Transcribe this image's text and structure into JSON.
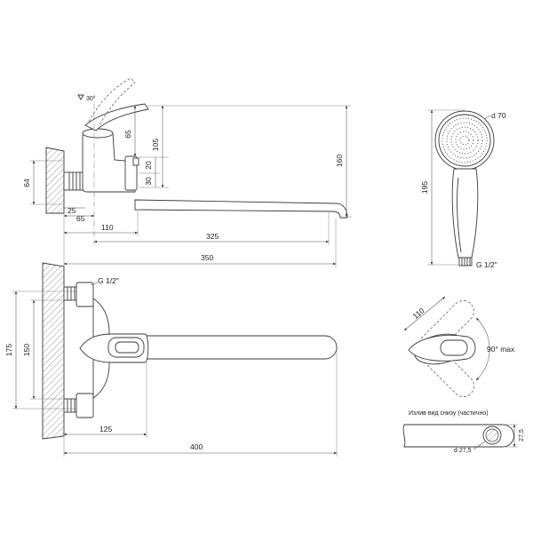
{
  "side_view": {
    "lever_angle": "30°",
    "h_65": "65",
    "h_105": "105",
    "h_160": "160",
    "h_20": "20",
    "h_30": "30",
    "wall_64": "64",
    "w_25": "25",
    "w_65": "65",
    "w_110": "110",
    "w_325": "325",
    "w_350": "350"
  },
  "hand_shower": {
    "head_diameter": "d 70",
    "length": "195",
    "thread": "G 1/2\""
  },
  "top_view": {
    "thread": "G 1/2\"",
    "span_175": "175",
    "span_150": "150",
    "reach_125": "125",
    "reach_400": "400"
  },
  "rotation_view": {
    "size_110": "110",
    "angle": "90° max"
  },
  "spout_bottom": {
    "caption": "Излив вид снизу (частично)",
    "diameter": "d 27,5",
    "height": "27,5"
  }
}
